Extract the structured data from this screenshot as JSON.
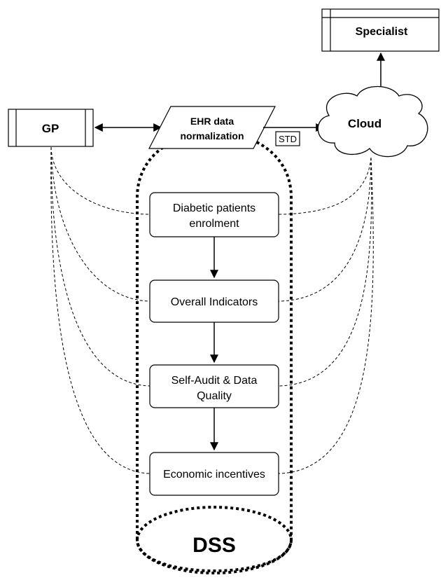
{
  "nodes": {
    "specialist": "Specialist",
    "gp": "GP",
    "ehr_line1": "EHR data",
    "ehr_line2": "normalization",
    "cloud": "Cloud",
    "std": "STD",
    "step1_line1": "Diabetic patients",
    "step1_line2": "enrolment",
    "step2": "Overall Indicators",
    "step3_line1": "Self-Audit & Data",
    "step3_line2": "Quality",
    "step4": "Economic incentives",
    "dss": "DSS"
  }
}
